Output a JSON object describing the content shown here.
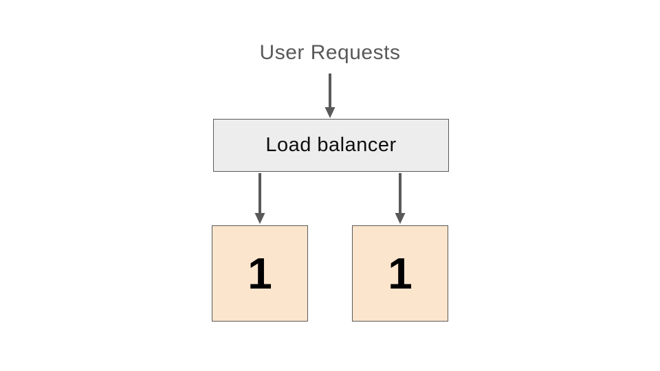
{
  "diagram": {
    "title": "User Requests",
    "load_balancer": {
      "label": "Load balancer"
    },
    "servers": [
      {
        "label": "1"
      },
      {
        "label": "1"
      }
    ],
    "colors": {
      "background": "#ffffff",
      "title_text": "#595959",
      "load_balancer_fill": "#ededed",
      "load_balancer_text": "#0d0d0d",
      "server_fill": "#fce5cd",
      "server_text": "#000000",
      "border": "#595959",
      "arrow": "#595959"
    }
  }
}
